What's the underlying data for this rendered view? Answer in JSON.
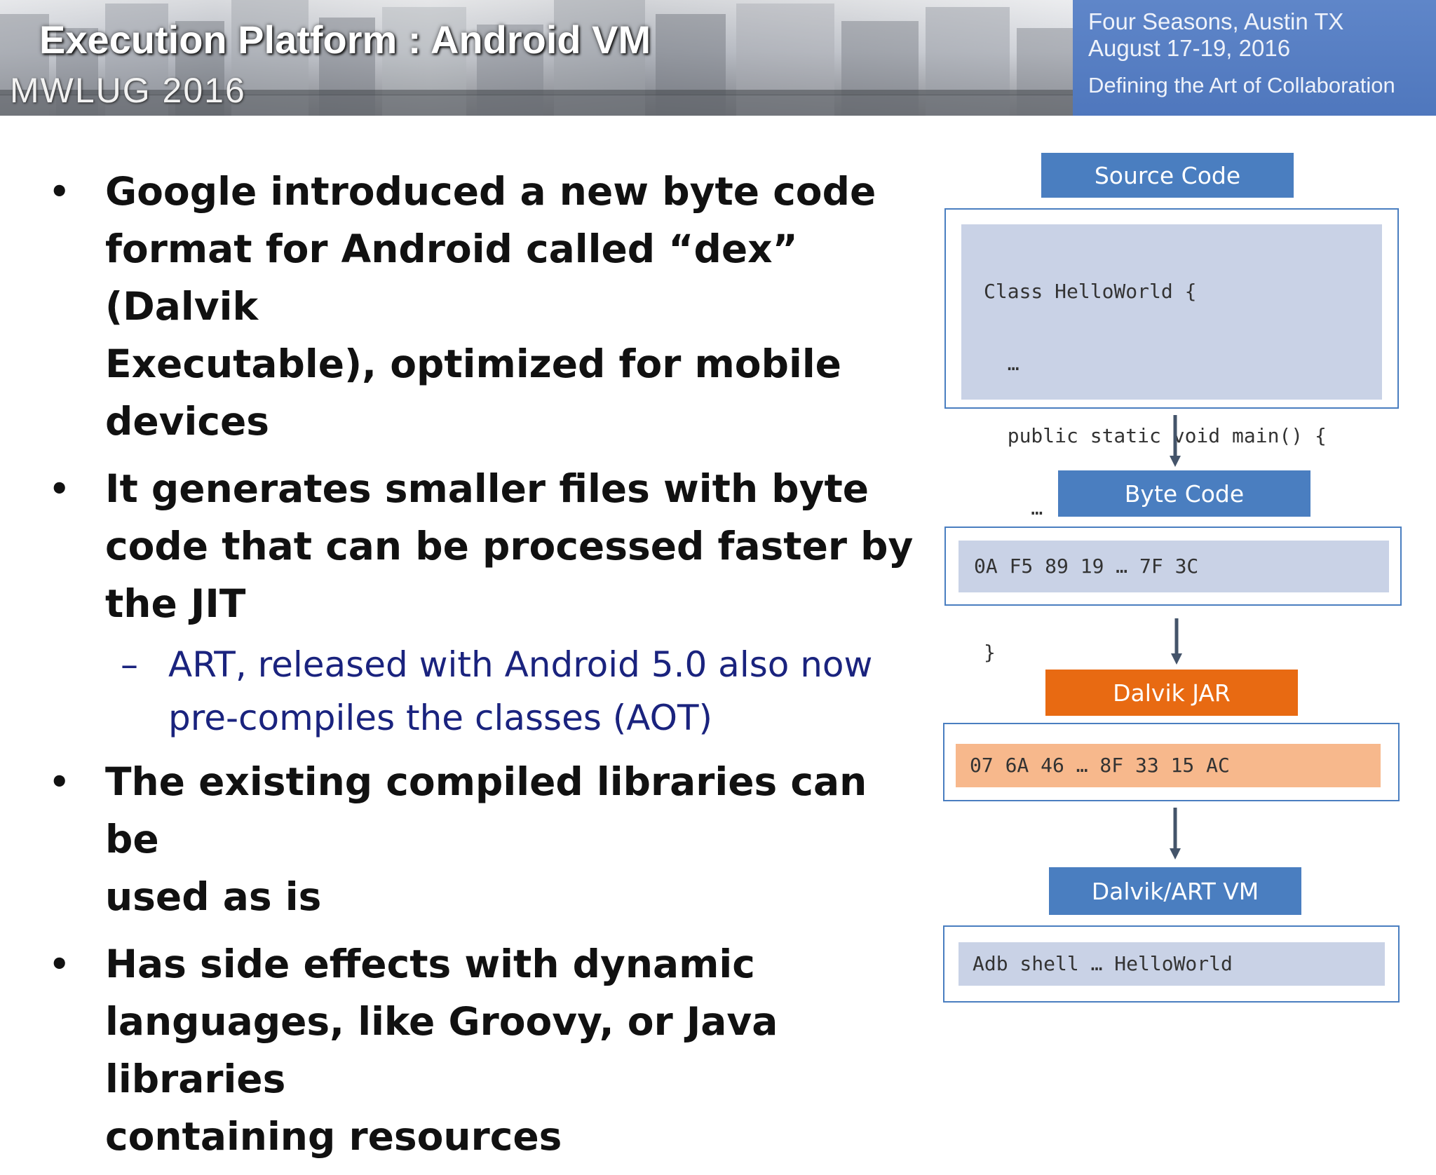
{
  "header": {
    "title": "Execution Platform : Android VM",
    "conference": "MWLUG 2016",
    "venue_line": "Four Seasons, Austin TX",
    "date_line": "August 17-19, 2016",
    "tagline": "Defining the Art of Collaboration"
  },
  "bullets": [
    {
      "mark": "•",
      "lines": [
        "Google introduced a new byte code",
        "format for Android called “dex” (Dalvik",
        "Executable), optimized for mobile",
        "devices"
      ]
    },
    {
      "mark": "•",
      "lines": [
        "It generates smaller files with byte",
        "code that can be processed faster by",
        "the JIT"
      ],
      "sub": {
        "mark": "–",
        "lines": [
          "ART, released with Android 5.0 also now",
          "pre-compiles the classes (AOT)"
        ]
      }
    },
    {
      "mark": "•",
      "lines": [
        "The existing compiled libraries can be",
        "used as is"
      ]
    },
    {
      "mark": "•",
      "lines": [
        "Has side effects with dynamic",
        "languages, like Groovy, or Java libraries",
        "containing resources"
      ]
    }
  ],
  "diagram": {
    "source": {
      "label": "Source Code",
      "code": [
        "Class HelloWorld {",
        "  …",
        "  public static void main() {",
        "    …",
        "  }",
        "}"
      ]
    },
    "bytecode": {
      "label": "Byte Code",
      "text": "0A F5 89 19 … 7F 3C"
    },
    "dalvik_jar": {
      "label": "Dalvik JAR",
      "text": "07 6A 46 … 8F 33 15 AC"
    },
    "vm": {
      "label": "Dalvik/ART VM",
      "text": "Adb shell … HelloWorld"
    }
  },
  "colors": {
    "label_blue": "#4a7ec0",
    "label_orange": "#e86a12",
    "inner_box": "#c9d2e6",
    "inner_orange": "#f7b88c",
    "sub_bullet_text": "#1a237e",
    "banner_panel": "#5b82c6"
  }
}
